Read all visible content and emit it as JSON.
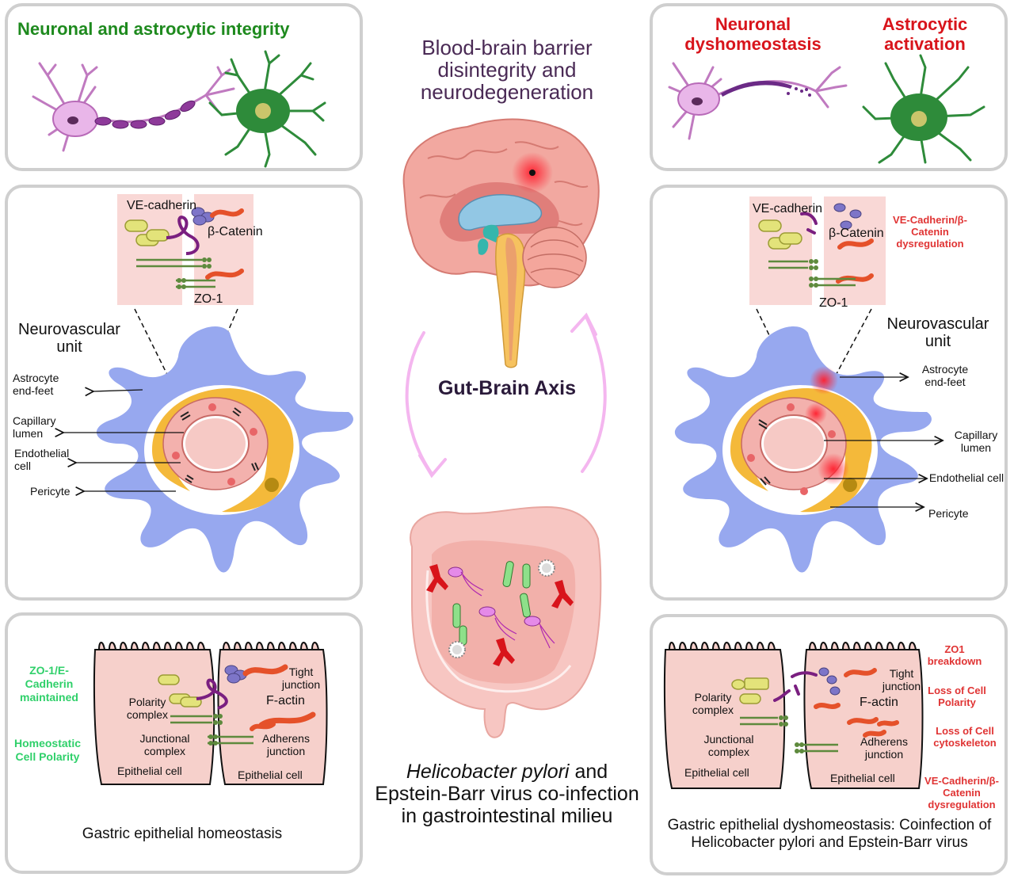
{
  "colors": {
    "panel_border": "#cfcfcf",
    "healthy_title": "#1e8a1e",
    "disease_title": "#d8141b",
    "center_title": "#4a2a55",
    "green_label": "#2fd06a",
    "red_label": "#e03434",
    "neuron": "#e9b6e9",
    "astrocyte": "#2e8b3a",
    "endfeet": "#97a8ef",
    "pericyte": "#f4b93a",
    "endothelium": "#f3b1ad",
    "arrow_pink": "#f4b6ef"
  },
  "top_left": {
    "title": "Neuronal and astrocytic integrity"
  },
  "top_right": {
    "title_left": "Neuronal dyshomeostasis",
    "title_right": "Astrocytic activation"
  },
  "center": {
    "top_title": "Blood-brain barrier disintegrity and neurodegeneration",
    "axis_label": "Gut-Brain Axis",
    "bottom_title_italic": "Helicobacter pylori",
    "bottom_title_rest": "and Epstein-Barr virus co-infection in gastrointestinal milieu"
  },
  "mid_left": {
    "ve_cadherin": "VE-cadherin",
    "beta_catenin": "β-Catenin",
    "zo1": "ZO-1",
    "nvu": "Neurovascular unit",
    "astro_endfeet": "Astrocyte end-feet",
    "capillary_lumen": "Capillary lumen",
    "endothelial_cell": "Endothelial cell",
    "pericyte": "Pericyte"
  },
  "mid_right": {
    "ve_cadherin": "VE-cadherin",
    "beta_catenin": "β-Catenin",
    "zo1": "ZO-1",
    "dysreg": "VE-Cadherin/β-Catenin dysregulation",
    "nvu": "Neurovascular unit",
    "astro_endfeet": "Astrocyte end-feet",
    "capillary_lumen": "Capillary lumen",
    "endothelial_cell": "Endothelial cell",
    "pericyte": "Pericyte"
  },
  "bottom_left": {
    "side_1": "ZO-1/E-Cadherin maintained",
    "side_2": "Homeostatic Cell Polarity",
    "tight_junction": "Tight junction",
    "f_actin": "F-actin",
    "polarity_complex": "Polarity complex",
    "junctional_complex": "Junctional complex",
    "adherens_junction": "Adherens junction",
    "epithelial_1": "Epithelial cell",
    "epithelial_2": "Epithelial cell",
    "caption": "Gastric epithelial homeostasis"
  },
  "bottom_right": {
    "polarity_complex": "Polarity complex",
    "junctional_complex": "Junctional complex",
    "tight_junction": "Tight junction",
    "f_actin": "F-actin",
    "adherens_junction": "Adherens junction",
    "epithelial_1": "Epithelial cell",
    "epithelial_2": "Epithelial cell",
    "side_1": "ZO1 breakdown",
    "side_2": "Loss of Cell Polarity",
    "side_3": "Loss of Cell cytoskeleton",
    "side_4": "VE-Cadherin/β-Catenin dysregulation",
    "caption": "Gastric epithelial dyshomeostasis: Coinfection of Helicobacter pylori and Epstein-Barr virus"
  }
}
